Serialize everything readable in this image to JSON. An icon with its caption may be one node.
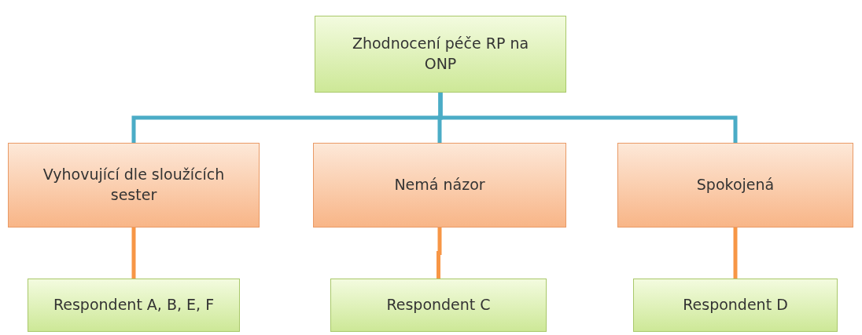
{
  "diagram": {
    "nodes": [
      {
        "text": [
          "Zhodnocení péče RP na ONP"
        ]
      },
      {
        "text": [
          "Vyhovující dle sloužících sester"
        ]
      },
      {
        "text": [
          "Nemá názor"
        ]
      },
      {
        "text": [
          "Spokojená"
        ]
      },
      {
        "text": [
          "Respondent A, B, E, F"
        ]
      },
      {
        "text": [
          "Respondent C"
        ]
      },
      {
        "text": [
          "Respondent D"
        ]
      }
    ],
    "edges": [
      {
        "from": 0,
        "to": 1,
        "arrow": "none",
        "color": "#4bacc6"
      },
      {
        "from": 0,
        "to": 2,
        "arrow": "none",
        "color": "#4bacc6"
      },
      {
        "from": 0,
        "to": 3,
        "arrow": "none",
        "color": "#4bacc6"
      },
      {
        "from": 1,
        "to": 4,
        "arrow": "none",
        "color": "#f79646"
      },
      {
        "from": 2,
        "to": 5,
        "arrow": "none",
        "color": "#f79646"
      },
      {
        "from": 3,
        "to": 6,
        "arrow": "none",
        "color": "#f79646"
      }
    ]
  }
}
